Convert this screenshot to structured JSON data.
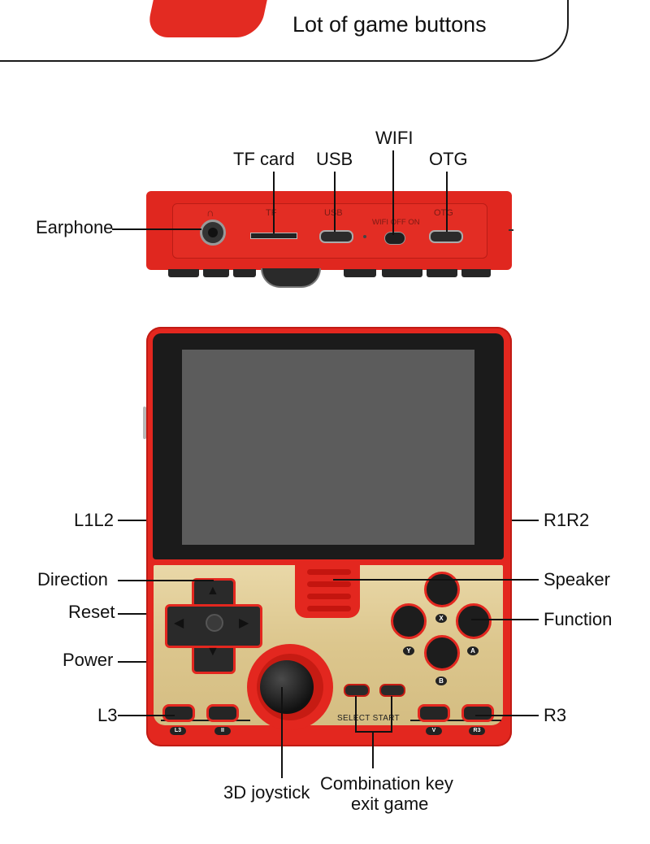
{
  "banner": {
    "title": "Lot of game buttons"
  },
  "top_view": {
    "callouts": {
      "earphone": "Earphone",
      "tf_card": "TF card",
      "usb": "USB",
      "wifi": "WIFI",
      "otg": "OTG"
    },
    "port_labels": {
      "tf": "TF",
      "usb": "USB",
      "wifi": "WIFI OFF ON",
      "otg": "OTG",
      "headphone_glyph": "∩"
    }
  },
  "front_view": {
    "callouts": {
      "l1l2": "L1L2",
      "r1r2": "R1R2",
      "direction": "Direction",
      "speaker": "Speaker",
      "reset": "Reset",
      "function": "Function",
      "power": "Power",
      "l3": "L3",
      "r3": "R3",
      "joystick": "3D joystick",
      "combo_line1": "Combination key",
      "combo_line2": "exit game"
    },
    "button_tags": {
      "x": "X",
      "y": "Y",
      "a": "A",
      "b": "B",
      "l3": "L3",
      "ii": "II",
      "v": "V",
      "r3": "R3"
    },
    "select_start": "SELECT START",
    "arrows": {
      "up": "▲",
      "down": "▼",
      "left": "◀",
      "right": "▶"
    }
  },
  "colors": {
    "body_red": "#e3271f",
    "gold_panel": "#dcc68d",
    "screen": "#5c5c5c"
  }
}
